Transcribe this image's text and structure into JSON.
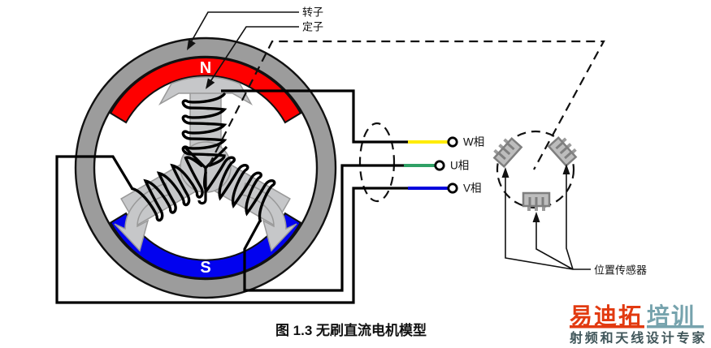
{
  "diagram": {
    "rotor_label": "转子",
    "stator_label": "定子",
    "magnet_n": "N",
    "magnet_s": "S",
    "sensor_label": "位置传感器",
    "caption": "图 1.3  无刷直流电机模型",
    "phases": [
      {
        "label": "W相",
        "color": "#ffec00"
      },
      {
        "label": "U相",
        "color": "#2fa065"
      },
      {
        "label": "V相",
        "color": "#0404dd"
      }
    ],
    "colors": {
      "magnet_n": "#fe0000",
      "magnet_s": "#0202ef",
      "ring_gray": "#9c9c9c"
    }
  },
  "watermark": {
    "brand_red": "易迪拓",
    "brand_teal": "培训",
    "tagline": "射频和天线设计专家",
    "red": "#e23a10",
    "teal": "#76a3ad",
    "tagline_color": "#40565a"
  }
}
